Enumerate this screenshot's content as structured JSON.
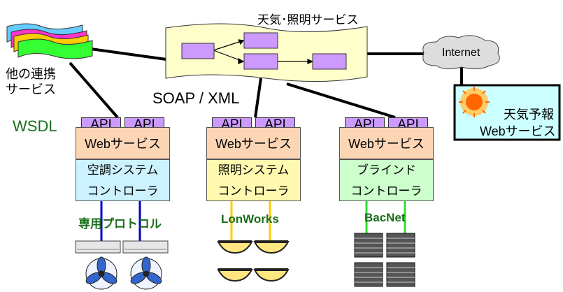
{
  "soap_label": "SOAP / XML",
  "wsdl_label": "WSDL",
  "other_services": {
    "line1": "他の連携",
    "line2": "サービス"
  },
  "weather_lighting_service": {
    "title": "天気･照明サービス"
  },
  "internet": {
    "label": "Internet"
  },
  "weather_forecast": {
    "line1": "天気予報",
    "line2": "Webサービス"
  },
  "api_label": "API",
  "web_service_label": "Webサービス",
  "systems": [
    {
      "line1": "空調システム",
      "line2": "コントローラ",
      "protocol": "専用プロトコル",
      "color": "#ccf2ff",
      "wire_color": "#0000cc"
    },
    {
      "line1": "照明システム",
      "line2": "コントローラ",
      "protocol": "LonWorks",
      "color": "#fff9b0",
      "wire_color": "#ffcc00"
    },
    {
      "line1": "ブラインド",
      "line2": "コントローラ",
      "protocol": "BacNet",
      "color": "#ccffcc",
      "wire_color": "#33dd33"
    }
  ],
  "colors": {
    "ribbon": "#ffffcc",
    "process_box": "#cc99ff",
    "web_service": "#fcd5b4",
    "protocol_text": "#1a6e1a"
  }
}
